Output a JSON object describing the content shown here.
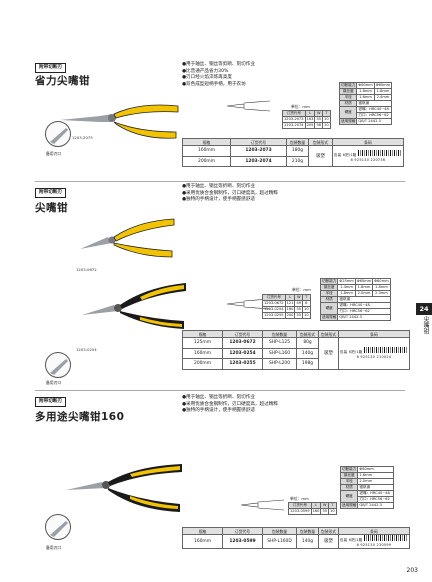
{
  "page_number": "203",
  "side_tab": {
    "number": "24",
    "text": "尖嘴钳"
  },
  "icons": [
    "pliers-yellow-icon",
    "pliers-black-yellow-icon",
    "blade-detail-icon",
    "pliers-diagram-icon"
  ],
  "colors": {
    "handle_yellow": "#f2c400",
    "handle_black": "#1a1a1a",
    "steel": "#9aa0a6"
  },
  "sections": [
    {
      "tag": "附带切断刃",
      "title": "省力尖嘴钳",
      "code": "1203-2073",
      "inset_label": "备用刃口",
      "features": [
        "●用于轴丝、钢丝等剪断、刻切作业",
        "●比普通产品省力30%",
        "●刃口经火焰淬炼再高度",
        "●双色成型短柄手柄，用于农坊"
      ],
      "unit": "单位：mm",
      "dim": {
        "head": [
          "订货代号",
          "L",
          "W",
          "T"
        ],
        "rows": [
          [
            "1203-2073",
            "163",
            "55",
            "10"
          ],
          [
            "1203-2074",
            "205",
            "58",
            "10"
          ]
        ]
      },
      "spec": [
        [
          "切断能力",
          "Φ60mm",
          "Φ60mm"
        ],
        [
          "钢丝度",
          "1.8mm",
          "1.8mm"
        ],
        [
          "半径",
          "1.6mm",
          "2.4mm"
        ],
        [
          "材质",
          "铬钒钢",
          ""
        ],
        [
          "硬度",
          "钳嘴：HRC40~48",
          ""
        ],
        [
          "",
          "刃口：HRC56~62",
          ""
        ],
        [
          "适用规格",
          "QB/T 2442.3",
          ""
        ]
      ],
      "main": {
        "head": [
          "规格",
          "订货代号",
          "包装数量",
          "包装形式",
          "条码"
        ],
        "rows": [
          [
            "160mm",
            "1203-2073",
            "180g",
            "吸塑",
            "6 925130 220736"
          ],
          [
            "200mm",
            "1203-2074",
            "210g",
            "",
            "6 925130 220743"
          ]
        ],
        "pack": "包装 6把/1箱"
      }
    },
    {
      "tag": "附带切断刃",
      "title": "尖嘴钳",
      "code1": "1203-0672",
      "code2": "1203-0254",
      "inset_label": "备用刃口",
      "features": [
        "●用于轴丝、钢丝等折断、刻切作业",
        "●采用优质合金钢制作，刃口硬度高，超过精粹",
        "●独特的手柄设计，使手柄握感舒适"
      ],
      "unit": "单位：mm",
      "dim": {
        "head": [
          "订货代号",
          "L",
          "W",
          "T"
        ],
        "rows": [
          [
            "1203-0672",
            "121",
            "49",
            "8"
          ],
          [
            "1203-0254",
            "160",
            "55",
            "10"
          ],
          [
            "1203-0255",
            "200",
            "55",
            "10"
          ]
        ]
      },
      "spec": [
        [
          "切断能力",
          "Φ25mm",
          "Φ60mm",
          "Φ60mm"
        ],
        [
          "钢丝度",
          "1.4mm",
          "1.8mm",
          "1.8mm"
        ],
        [
          "半径",
          "1.8mm",
          "2.0mm",
          "2.3mm"
        ],
        [
          "材质",
          "铬钒钢",
          "",
          ""
        ],
        [
          "硬度",
          "钳嘴：HRC40~48",
          "",
          ""
        ],
        [
          "",
          "刃口：HRC56~62",
          "",
          ""
        ],
        [
          "适用规格",
          "QB/T 2442.3",
          "",
          ""
        ]
      ],
      "main": {
        "head": [
          "规格",
          "订货代号",
          "包装数量",
          "包装形式",
          "包装形式",
          "条码"
        ],
        "rows": [
          [
            "125mm",
            "1203-0672",
            "SHP-L125",
            "80g",
            "",
            "6 925130 210024"
          ],
          [
            "160mm",
            "1203-0254",
            "SHP-L160",
            "140g",
            "吸塑",
            "6 925130 210031"
          ],
          [
            "200mm",
            "1203-0255",
            "SHP-L200",
            "198g",
            "",
            "6 925130 210048"
          ]
        ],
        "pack": "包装 6把/1箱"
      }
    },
    {
      "tag": "附带切断刃",
      "title": "多用途尖嘴钳160",
      "code": "1203-0599",
      "inset_label": "备用刃口",
      "features": [
        "●用于轴丝、钢丝等折断、刻切作业",
        "●采用优质合金钢制作，刃口硬度高，超过精粹",
        "●独特的手柄设计，使手柄握感舒适"
      ],
      "unit": "单位：mm",
      "dim": {
        "head": [
          "订货代号",
          "L",
          "W",
          "T"
        ],
        "rows": [
          [
            "1203-0599",
            "160",
            "55",
            "10"
          ]
        ]
      },
      "spec": [
        [
          "切断能力",
          "Φ60mm"
        ],
        [
          "钢丝度",
          "1.6mm"
        ],
        [
          "半径",
          "2.0mm"
        ],
        [
          "材质",
          "铬钒钢"
        ],
        [
          "硬度",
          "钳嘴：HRC40~48"
        ],
        [
          "",
          "刃口：HRC56~62"
        ],
        [
          "适用规格",
          "QB/T 2442.3"
        ]
      ],
      "main": {
        "head": [
          "规格",
          "订货代号",
          "包装数量",
          "包装数量",
          "包装形式",
          "条码"
        ],
        "rows": [
          [
            "160mm",
            "1203-0599",
            "SHP-L160D",
            "140g",
            "吸塑",
            "6 925130 230599"
          ]
        ],
        "pack": "包装 6把/1箱"
      }
    }
  ]
}
